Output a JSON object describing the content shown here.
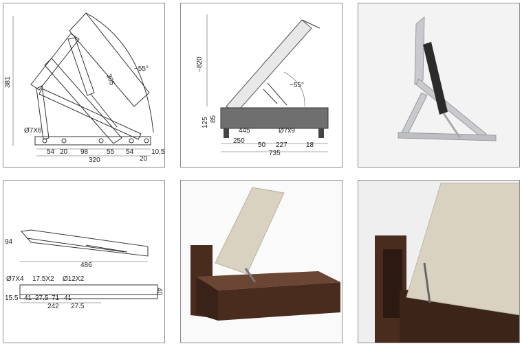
{
  "panels": {
    "p1": {
      "dims": {
        "height": "381",
        "length": "305",
        "angle": "~55°",
        "hole": "Ø7X6",
        "b1": "54",
        "b2": "20",
        "b3": "98",
        "b4": "55",
        "b5": "54",
        "b6": "20",
        "b7": "10,5",
        "total": "320"
      }
    },
    "p2": {
      "dims": {
        "height": "~820",
        "h1": "125",
        "h2": "85",
        "angle": "~55°",
        "d1": "445",
        "hole": "Ø7x9",
        "d2": "250",
        "d3": "50",
        "d4": "227",
        "d5": "18",
        "total": "735"
      }
    },
    "p4": {
      "dims": {
        "height": "94",
        "length": "486",
        "hole1": "Ø7X4",
        "slot": "17.5X2",
        "hole2": "Ø12X2",
        "side": "40",
        "b1": "15.5",
        "b2": "41",
        "b3": "27.5",
        "b4": "71",
        "b5": "41",
        "b6": "27.5",
        "total": "242"
      }
    }
  },
  "colors": {
    "panel_border": "#8c8c8c",
    "mattress": "#d9d2c0",
    "wood": "#4a2c1f",
    "metal": "#c8cace",
    "strut": "#2b2b2b"
  }
}
